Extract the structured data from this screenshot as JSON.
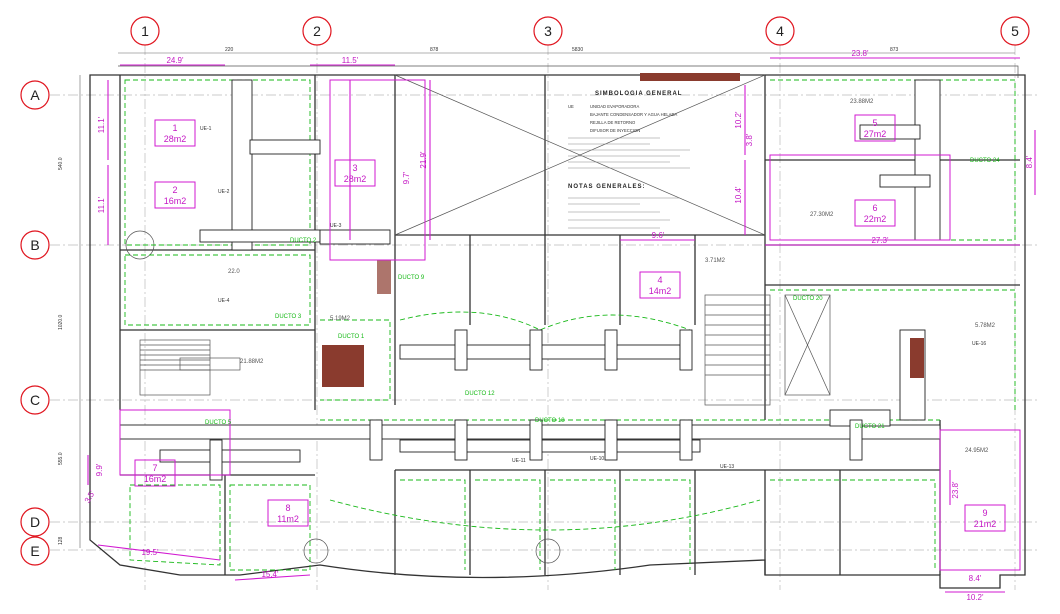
{
  "grid": {
    "columns": [
      "1",
      "2",
      "3",
      "4",
      "5"
    ],
    "rows": [
      "A",
      "B",
      "C",
      "D",
      "E"
    ]
  },
  "dimensions": {
    "d_24_9": "24.9'",
    "d_11_5": "11.5'",
    "d_23_8": "23.8'",
    "d_11_1a": "11.1'",
    "d_11_1b": "11.1'",
    "d_21_9": "21.9'",
    "d_9_7": "9.7'",
    "d_10_2": "10.2'",
    "d_10_4": "10.4'",
    "d_3_8": "3.8'",
    "d_8_4a": "8.4'",
    "d_27_3": "27.3'",
    "d_9_6": "9.6'",
    "d_9_9": "9.9'",
    "d_19_5": "19.5'",
    "d_15_4": "15.4'",
    "d_8_4b": "8.4'",
    "d_10_2b": "10.2'",
    "d_23_8b": "23.8'",
    "d_3_5": "3.5'",
    "top_220": "220",
    "top_878": "878",
    "top_5830": "5830",
    "top_873": "873",
    "side_540": "540.0",
    "side_1020": "1020.0",
    "side_555": "555.0",
    "side_128": "128"
  },
  "rooms": [
    {
      "num": "1",
      "area": "28m2"
    },
    {
      "num": "2",
      "area": "16m2"
    },
    {
      "num": "3",
      "area": "28m2"
    },
    {
      "num": "4",
      "area": "14m2"
    },
    {
      "num": "5",
      "area": "27m2"
    },
    {
      "num": "6",
      "area": "22m2"
    },
    {
      "num": "7",
      "area": "16m2"
    },
    {
      "num": "8",
      "area": "11m2"
    },
    {
      "num": "9",
      "area": "21m2"
    }
  ],
  "areas": {
    "a1": "23.88M2",
    "a2": "27.30M2",
    "a3": "21.88M2",
    "a4": "5.19M2",
    "a5": "3.71M2",
    "a6": "5.78M2",
    "a7": "24.95M2",
    "a8": "22.0"
  },
  "legend": {
    "title": "SIMBOLOGIA GENERAL",
    "notes_title": "NOTAS GENERALES:",
    "lines": [
      "UE",
      "UNIDAD EVAPORADORA",
      "BAJANTE CONDENSADOR Y AGUA HELADA",
      "REJILLA DE RETORNO",
      "DIFUSOR DE INYECCION"
    ]
  },
  "ducts": {
    "d1": "DUCTO 1",
    "d2": "DUCTO 2",
    "d3": "DUCTO 3",
    "d5": "DUCTO 5",
    "d9": "DUCTO 9",
    "d12": "DUCTO 12",
    "d18": "DUCTO 18",
    "d20": "DUCTO 20",
    "d21": "DUCTO 21",
    "d24": "DUCTO 24"
  },
  "units": {
    "ue1": "UE-1",
    "ue2": "UE-2",
    "ue3": "UE-3",
    "ue4": "UE-4",
    "ue10": "UE-10",
    "ue11": "UE-11",
    "ue13": "UE-13",
    "ue16": "UE-16"
  },
  "colors": {
    "grid_bubble": "#e0141e",
    "duct_label": "#14b814",
    "dimension": "#c418c4",
    "equipment": "#8a3b2e"
  }
}
